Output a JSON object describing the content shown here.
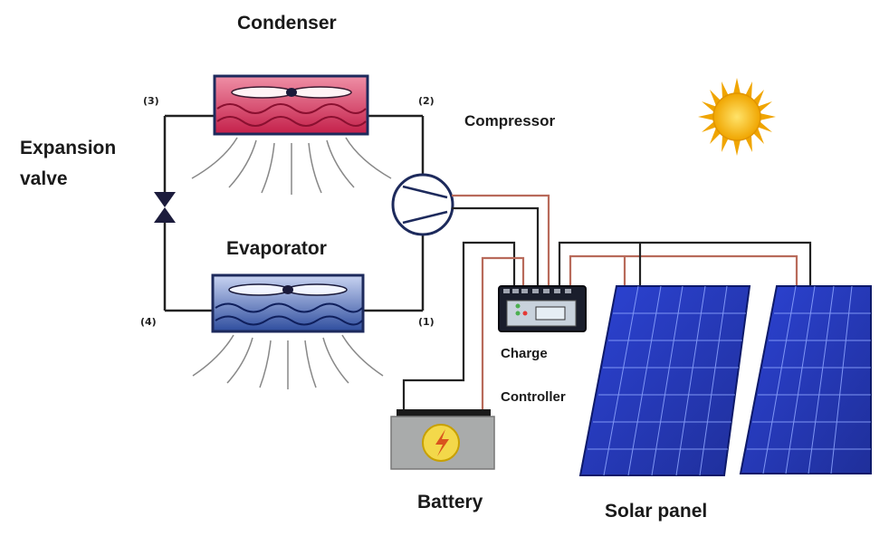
{
  "labels": {
    "condenser": "Condenser",
    "compressor": "Compressor",
    "expansion_line1": "Expansion",
    "expansion_line2": "valve",
    "evaporator": "Evaporator",
    "charge": "Charge",
    "controller": "Controller",
    "battery": "Battery",
    "solar_panel": "Solar panel"
  },
  "nodes": {
    "n1": "(1)",
    "n2": "(2)",
    "n3": "(3)",
    "n4": "(4)"
  },
  "colors": {
    "condenser": "#d8456a",
    "evaporator": "#3f5fa8",
    "wire_dark": "#222222",
    "wire_red": "#b86a5a",
    "panel": "#2a3fc0",
    "sun": "#f2b705",
    "battery": "#a9abab"
  }
}
